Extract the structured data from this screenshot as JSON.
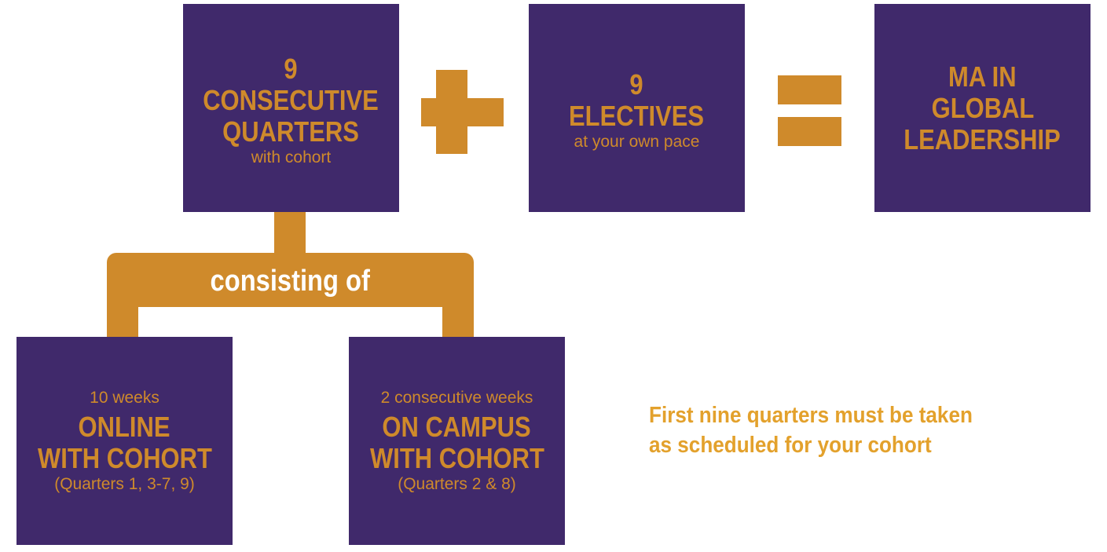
{
  "boxes": {
    "consecutive": {
      "number": "9",
      "line1": "CONSECUTIVE",
      "line2": "QUARTERS",
      "sub": "with cohort"
    },
    "electives": {
      "number": "9",
      "line1": "ELECTIVES",
      "sub": "at your own pace"
    },
    "ma": {
      "line1": "MA IN",
      "line2": "GLOBAL",
      "line3": "LEADERSHIP"
    },
    "online": {
      "top": "10 weeks",
      "line1": "ONLINE",
      "line2": "WITH COHORT",
      "sub": "(Quarters 1, 3-7, 9)"
    },
    "campus": {
      "top": "2 consecutive weeks",
      "line1": "ON CAMPUS",
      "line2": "WITH COHORT",
      "sub": "(Quarters 2 & 8)"
    }
  },
  "connector": {
    "label": "consisting of"
  },
  "note": {
    "line1": "First nine quarters must be taken",
    "line2": "as scheduled for your cohort"
  },
  "colors": {
    "box": "#40296b",
    "accent": "#cf8a2b",
    "note": "#e3a12c"
  },
  "symbols": {
    "plus": "plus-icon",
    "equals": "equals-icon"
  }
}
